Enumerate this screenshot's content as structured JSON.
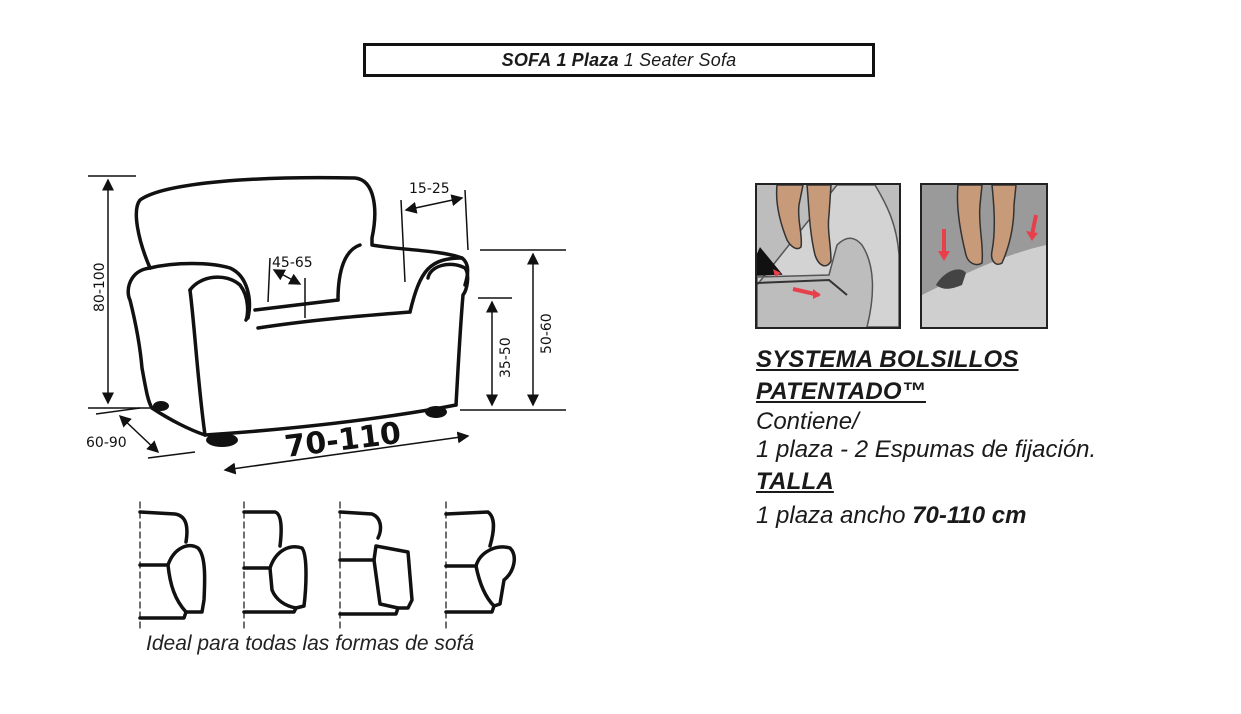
{
  "header": {
    "title_part1": "SOFA",
    "title_part2": "1",
    "title_part3": "Plaza",
    "title_part4": "1 Seater Sofa"
  },
  "dimensions": {
    "height_total": "80-100",
    "depth": "60-90",
    "width": "70-110",
    "armrest_width": "15-25",
    "seat_depth": "45-65",
    "seat_height": "35-50",
    "arm_height": "50-60"
  },
  "caption": "Ideal para todas las formas de sofá",
  "info": {
    "heading1_line1": "SYSTEMA BOLSILLOS",
    "heading1_line2": "PATENTADO™",
    "contains_label": "Contiene/",
    "contains_line": "1 plaza - 2  Espumas de fijación.",
    "heading2": "TALLA",
    "size_prefix": "1 plaza ancho",
    "size_value": "70-110 cm"
  },
  "colors": {
    "line": "#111111",
    "arrow_red": "#e8404a",
    "photo_bg_left": "#bdbdbd",
    "photo_bg_right": "#9a9a9a"
  }
}
